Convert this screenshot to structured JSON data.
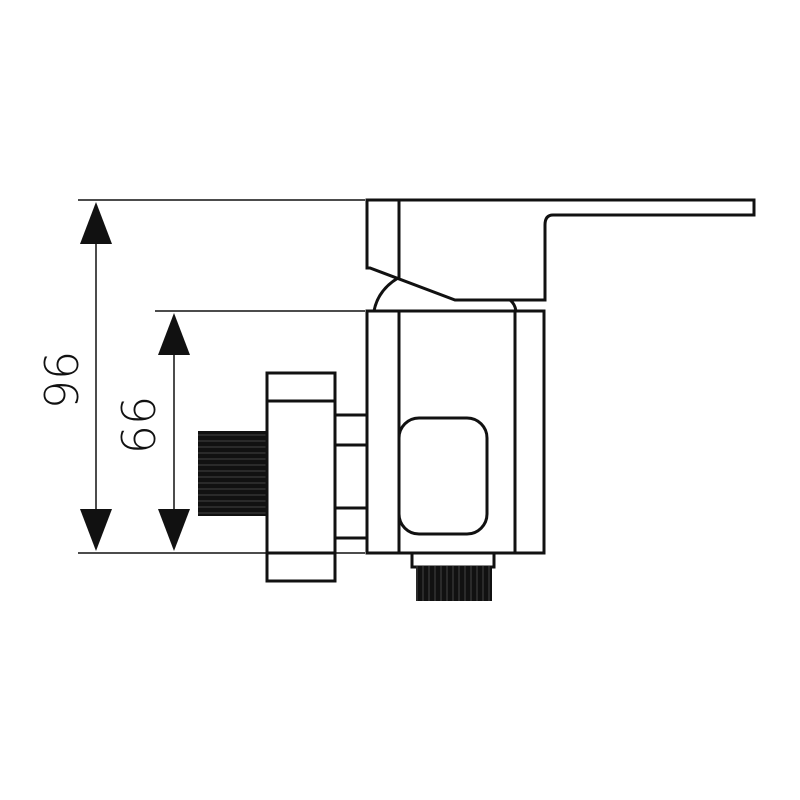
{
  "drawing": {
    "dimensions": [
      {
        "value": "96",
        "label": "96"
      },
      {
        "value": "66",
        "label": "66"
      }
    ],
    "stroke_color": "#111111",
    "background": "#ffffff"
  }
}
